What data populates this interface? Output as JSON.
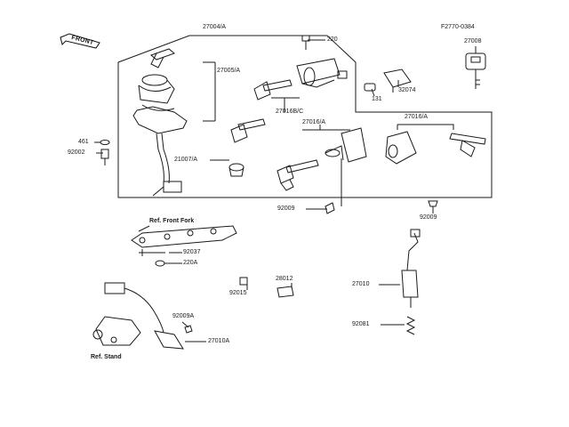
{
  "diagram": {
    "code": "F2770-0384",
    "front_label": "FRONT",
    "labels": {
      "p27004A": "27004/A",
      "p220": "220",
      "p27008": "27008",
      "p27005A": "27005/A",
      "p32074": "32074",
      "p131": "131",
      "p27016BC": "27016B/C",
      "p27016A_c": "27016/A",
      "p27016A_r": "27016/A",
      "p461": "461",
      "p92002": "92002",
      "p21007A": "21007/A",
      "p92009_c": "92009",
      "p92009_r": "92009",
      "ref_front_fork": "Ref. Front Fork",
      "p92037": "92037",
      "p220A": "220A",
      "p28012": "28012",
      "p92015": "92015",
      "p27010": "27010",
      "p92009A": "92009A",
      "p92081": "92081",
      "p27010A": "27010A",
      "ref_stand": "Ref. Stand"
    }
  }
}
